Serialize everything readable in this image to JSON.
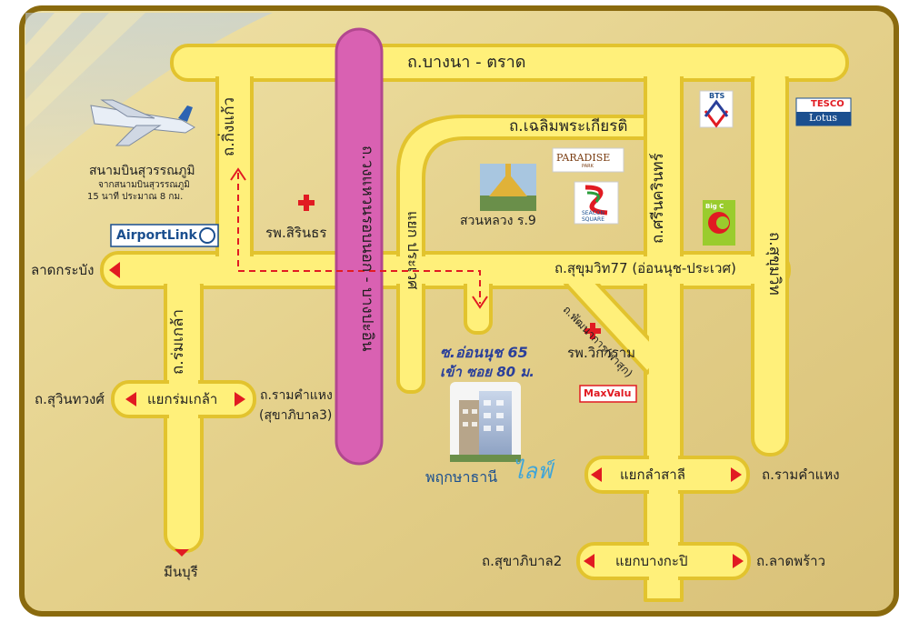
{
  "colors": {
    "frame": "#8a6a0e",
    "road_fill": "#fff07a",
    "road_edge": "#e2c32e",
    "expressway": "#d961b2",
    "arrow_red": "#e11b22",
    "route_dashed": "#e11b22",
    "label_blue": "#2a3f9a"
  },
  "roads": {
    "top_bangna_trat": "ถ.บางนา - ตราด",
    "chalerm_prakiat": "ถ.เฉลิมพระเกียรติ",
    "sukhumvit77": "ถ.สุขุมวิท77 (อ่อนนุช-ประเวศ)",
    "kingkaew": "ถ.กิ่งแก้ว",
    "ring_road": "ถ.วงแหวนรอบนอก - บางปะอิน",
    "prawet_junction": "แยก ประเวศ",
    "srinakarin": "ถ.ศรีนครินทร์",
    "sukhumvit_right": "ถ.สุขุมวิท",
    "phatthanakan": "ถ.พัฒนาการ(พาสุก)",
    "romklao": "ถ.ร่มเกล้า",
    "romklao_junction": "แยกร่มเกล้า",
    "suwinthawong": "ถ.สุวินทวงศ์",
    "ramkhamhaeng_left": "ถ.รามคำแหง",
    "sukhaphiban3": "(สุขาภิบาล3)",
    "lam_sali_junction": "แยกลำสาลี",
    "ramkhamhaeng_right": "ถ.รามคำแหง",
    "bangkapi_junction": "แยกบางกะปิ",
    "sukhaphiban2": "ถ.สุขาภิบาล2",
    "lat_phrao": "ถ.ลาดพร้าว",
    "min_buri": "มีนบุรี",
    "lat_krabang": "ลาดกระบัง"
  },
  "places": {
    "airport_name": "สนามบินสุวรรณภูมิ",
    "airport_note1": "จากสนามบินสุวรรณภูมิ",
    "airport_note2": "15 นาที ประมาณ 8 กม.",
    "airport_link": "AirportLink",
    "sirintorn_hospital": "รพ.สิรินธร",
    "suan_luang": "สวนหลวง ร.9",
    "paradise": "PARADISE",
    "paradise_sub": "PARK",
    "seacon": "SEACON",
    "seacon_sub": "SQUARE",
    "bts": "BTS",
    "tesco": "TESCO",
    "lotus": "Lotus",
    "bigc": "Big C",
    "wikaram_hospital": "รพ.วิการาม",
    "maxvalu": "MaxValu",
    "soi_onnut": "ซ.อ่อนนุช 65",
    "soi_entry": "เข้า ซอย 80 ม.",
    "project_name": "พฤกษาธานี",
    "project_script": "ไลฟ์"
  }
}
